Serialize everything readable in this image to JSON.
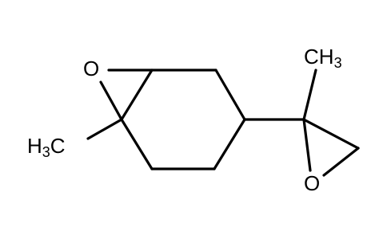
{
  "molecule": {
    "atoms": {
      "left_epoxide_oxygen": "O",
      "right_epoxide_oxygen": "O",
      "left_methyl": {
        "prefix": "H",
        "subscript": "3",
        "suffix": "C"
      },
      "right_methyl": {
        "prefix": "CH",
        "subscript": "3"
      }
    }
  }
}
